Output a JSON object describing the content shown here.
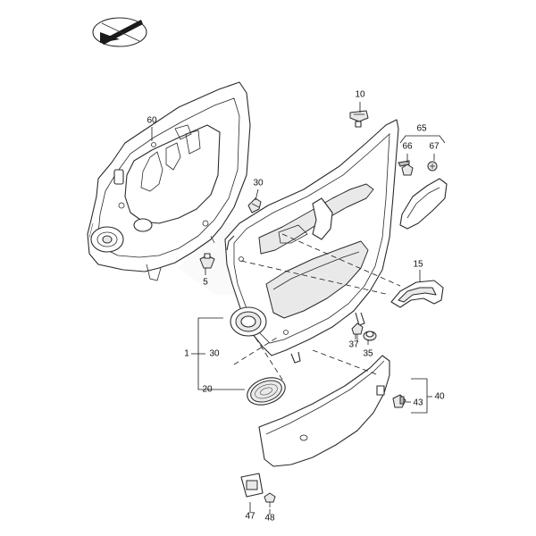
{
  "callouts": {
    "c1": "1",
    "c5": "5",
    "c10": "10",
    "c15": "15",
    "c20": "20",
    "c30a": "30",
    "c30b": "30",
    "c35": "35",
    "c37": "37",
    "c40": "40",
    "c43": "43",
    "c47": "47",
    "c48": "48",
    "c60": "60",
    "c65": "65",
    "c66": "66",
    "c67": "67"
  }
}
